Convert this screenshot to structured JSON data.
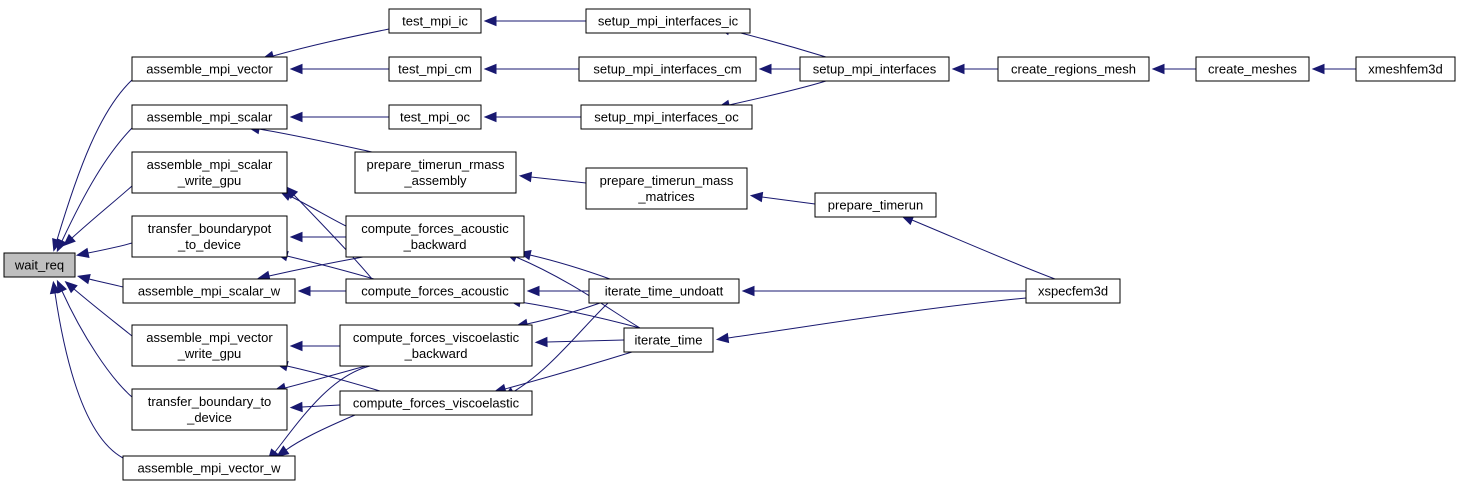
{
  "nodes": {
    "wait_req": {
      "lines": [
        "wait_req"
      ],
      "highlight": true
    },
    "assemble_mpi_vector": {
      "lines": [
        "assemble_mpi_vector"
      ]
    },
    "assemble_mpi_scalar": {
      "lines": [
        "assemble_mpi_scalar"
      ]
    },
    "assemble_mpi_scalar_write_gpu": {
      "lines": [
        "assemble_mpi_scalar",
        "_write_gpu"
      ]
    },
    "transfer_boundarypot_to_device": {
      "lines": [
        "transfer_boundarypot",
        "_to_device"
      ]
    },
    "assemble_mpi_scalar_w": {
      "lines": [
        "assemble_mpi_scalar_w"
      ]
    },
    "assemble_mpi_vector_write_gpu": {
      "lines": [
        "assemble_mpi_vector",
        "_write_gpu"
      ]
    },
    "transfer_boundary_to_device": {
      "lines": [
        "transfer_boundary_to",
        "_device"
      ]
    },
    "assemble_mpi_vector_w": {
      "lines": [
        "assemble_mpi_vector_w"
      ]
    },
    "test_mpi_ic": {
      "lines": [
        "test_mpi_ic"
      ]
    },
    "test_mpi_cm": {
      "lines": [
        "test_mpi_cm"
      ]
    },
    "test_mpi_oc": {
      "lines": [
        "test_mpi_oc"
      ]
    },
    "prepare_timerun_rmass_assembly": {
      "lines": [
        "prepare_timerun_rmass",
        "_assembly"
      ]
    },
    "compute_forces_acoustic_backward": {
      "lines": [
        "compute_forces_acoustic",
        "_backward"
      ]
    },
    "compute_forces_acoustic": {
      "lines": [
        "compute_forces_acoustic"
      ]
    },
    "compute_forces_viscoelastic_backward": {
      "lines": [
        "compute_forces_viscoelastic",
        "_backward"
      ]
    },
    "compute_forces_viscoelastic": {
      "lines": [
        "compute_forces_viscoelastic"
      ]
    },
    "setup_mpi_interfaces_ic": {
      "lines": [
        "setup_mpi_interfaces_ic"
      ]
    },
    "setup_mpi_interfaces_cm": {
      "lines": [
        "setup_mpi_interfaces_cm"
      ]
    },
    "setup_mpi_interfaces_oc": {
      "lines": [
        "setup_mpi_interfaces_oc"
      ]
    },
    "prepare_timerun_mass_matrices": {
      "lines": [
        "prepare_timerun_mass",
        "_matrices"
      ]
    },
    "iterate_time_undoatt": {
      "lines": [
        "iterate_time_undoatt"
      ]
    },
    "iterate_time": {
      "lines": [
        "iterate_time"
      ]
    },
    "setup_mpi_interfaces": {
      "lines": [
        "setup_mpi_interfaces"
      ]
    },
    "prepare_timerun": {
      "lines": [
        "prepare_timerun"
      ]
    },
    "create_regions_mesh": {
      "lines": [
        "create_regions_mesh"
      ]
    },
    "create_meshes": {
      "lines": [
        "create_meshes"
      ]
    },
    "xmeshfem3d": {
      "lines": [
        "xmeshfem3d"
      ]
    },
    "xspecfem3d": {
      "lines": [
        "xspecfem3d"
      ]
    }
  },
  "edges": [
    [
      "assemble_mpi_vector",
      "wait_req"
    ],
    [
      "assemble_mpi_scalar",
      "wait_req"
    ],
    [
      "assemble_mpi_scalar_write_gpu",
      "wait_req"
    ],
    [
      "transfer_boundarypot_to_device",
      "wait_req"
    ],
    [
      "assemble_mpi_scalar_w",
      "wait_req"
    ],
    [
      "assemble_mpi_vector_write_gpu",
      "wait_req"
    ],
    [
      "transfer_boundary_to_device",
      "wait_req"
    ],
    [
      "assemble_mpi_vector_w",
      "wait_req"
    ],
    [
      "test_mpi_ic",
      "assemble_mpi_vector"
    ],
    [
      "test_mpi_cm",
      "assemble_mpi_vector"
    ],
    [
      "test_mpi_oc",
      "assemble_mpi_scalar"
    ],
    [
      "prepare_timerun_rmass_assembly",
      "assemble_mpi_scalar"
    ],
    [
      "compute_forces_acoustic_backward",
      "assemble_mpi_scalar_write_gpu"
    ],
    [
      "compute_forces_acoustic",
      "assemble_mpi_scalar_write_gpu"
    ],
    [
      "compute_forces_acoustic_backward",
      "transfer_boundarypot_to_device"
    ],
    [
      "compute_forces_acoustic",
      "transfer_boundarypot_to_device"
    ],
    [
      "compute_forces_acoustic_backward",
      "assemble_mpi_scalar_w"
    ],
    [
      "compute_forces_acoustic",
      "assemble_mpi_scalar_w"
    ],
    [
      "compute_forces_viscoelastic_backward",
      "assemble_mpi_vector_write_gpu"
    ],
    [
      "compute_forces_viscoelastic",
      "assemble_mpi_vector_write_gpu"
    ],
    [
      "compute_forces_viscoelastic_backward",
      "transfer_boundary_to_device"
    ],
    [
      "compute_forces_viscoelastic",
      "transfer_boundary_to_device"
    ],
    [
      "compute_forces_viscoelastic_backward",
      "assemble_mpi_vector_w"
    ],
    [
      "compute_forces_viscoelastic",
      "assemble_mpi_vector_w"
    ],
    [
      "setup_mpi_interfaces_ic",
      "test_mpi_ic"
    ],
    [
      "setup_mpi_interfaces_cm",
      "test_mpi_cm"
    ],
    [
      "setup_mpi_interfaces_oc",
      "test_mpi_oc"
    ],
    [
      "prepare_timerun_mass_matrices",
      "prepare_timerun_rmass_assembly"
    ],
    [
      "iterate_time_undoatt",
      "compute_forces_acoustic_backward"
    ],
    [
      "iterate_time",
      "compute_forces_acoustic_backward"
    ],
    [
      "iterate_time_undoatt",
      "compute_forces_acoustic"
    ],
    [
      "iterate_time",
      "compute_forces_acoustic"
    ],
    [
      "iterate_time_undoatt",
      "compute_forces_viscoelastic_backward"
    ],
    [
      "iterate_time",
      "compute_forces_viscoelastic_backward"
    ],
    [
      "iterate_time_undoatt",
      "compute_forces_viscoelastic"
    ],
    [
      "iterate_time",
      "compute_forces_viscoelastic"
    ],
    [
      "setup_mpi_interfaces",
      "setup_mpi_interfaces_ic"
    ],
    [
      "setup_mpi_interfaces",
      "setup_mpi_interfaces_cm"
    ],
    [
      "setup_mpi_interfaces",
      "setup_mpi_interfaces_oc"
    ],
    [
      "prepare_timerun",
      "prepare_timerun_mass_matrices"
    ],
    [
      "xspecfem3d",
      "iterate_time_undoatt"
    ],
    [
      "xspecfem3d",
      "iterate_time"
    ],
    [
      "create_regions_mesh",
      "setup_mpi_interfaces"
    ],
    [
      "xspecfem3d",
      "prepare_timerun"
    ],
    [
      "create_meshes",
      "create_regions_mesh"
    ],
    [
      "xmeshfem3d",
      "create_meshes"
    ]
  ],
  "colors": {
    "edge": "#191970",
    "node_border": "#000000",
    "node_fill": "#ffffff",
    "highlight_fill": "#bfbfbf"
  }
}
